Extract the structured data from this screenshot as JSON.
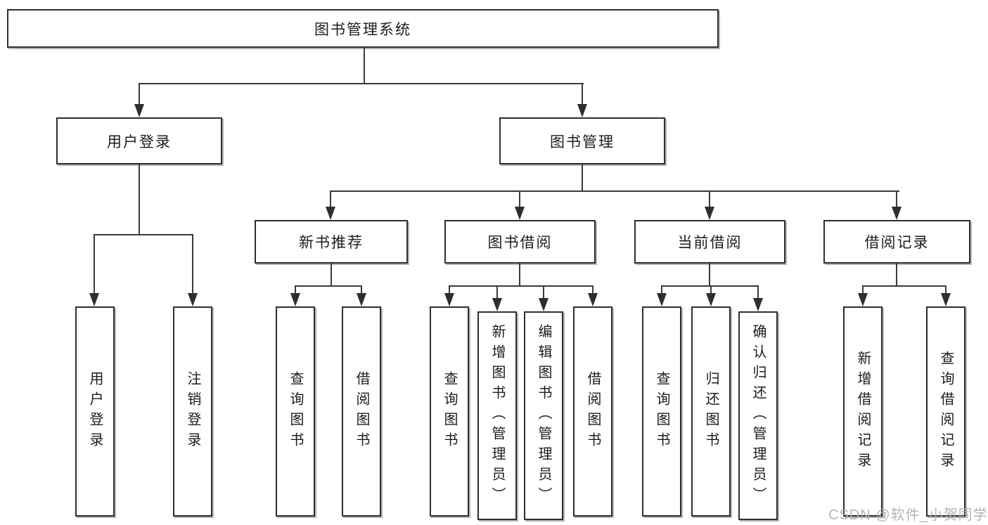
{
  "tree": {
    "label": "图书管理系统",
    "children": [
      {
        "label": "用户登录",
        "children": [
          {
            "label": "用户登录"
          },
          {
            "label": "注销登录"
          }
        ]
      },
      {
        "label": "图书管理",
        "children": [
          {
            "label": "新书推荐",
            "children": [
              {
                "label": "查询图书"
              },
              {
                "label": "借阅图书"
              }
            ]
          },
          {
            "label": "图书借阅",
            "children": [
              {
                "label": "查询图书"
              },
              {
                "label": "新增图书（管理员）"
              },
              {
                "label": "编辑图书（管理员）"
              },
              {
                "label": "借阅图书"
              }
            ]
          },
          {
            "label": "当前借阅",
            "children": [
              {
                "label": "查询图书"
              },
              {
                "label": "归还图书"
              },
              {
                "label": "确认归还（管理员）"
              }
            ]
          },
          {
            "label": "借阅记录",
            "children": [
              {
                "label": "新增借阅记录"
              },
              {
                "label": "查询借阅记录"
              }
            ]
          }
        ]
      }
    ]
  },
  "watermark": "CSDN @软件_小贺同学",
  "colors": {
    "line": "#3a3a3a",
    "box_border": "#2e2e2e",
    "text": "#1c1c1c",
    "watermark": "#b3b3b3",
    "background": "#ffffff"
  }
}
